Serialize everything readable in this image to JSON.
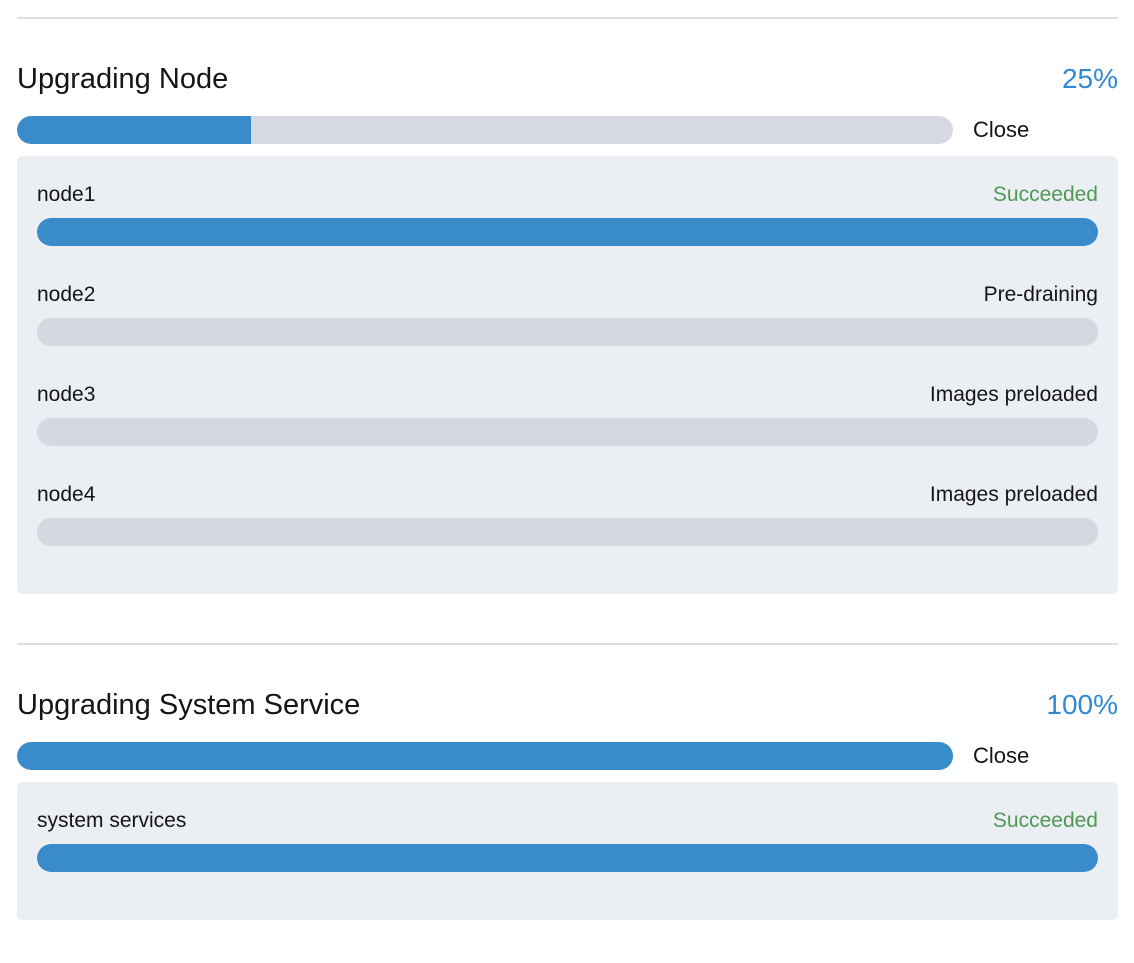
{
  "colors": {
    "accent_blue": "#398bca",
    "percent_blue": "#3089d3",
    "success_green": "#4f9855",
    "track_gray": "#d6d9e1",
    "panel_bg": "#ebeef2",
    "divider_gray": "#dcdee8",
    "text_dark": "#141419"
  },
  "sections": [
    {
      "title": "Upgrading Node",
      "percent_label": "25%",
      "progress": 25,
      "close_label": "Close",
      "rows": [
        {
          "name": "node1",
          "status": "Succeeded",
          "status_color": "#4f9855",
          "progress": 100
        },
        {
          "name": "node2",
          "status": "Pre-draining",
          "status_color": "#141419",
          "progress": 0
        },
        {
          "name": "node3",
          "status": "Images preloaded",
          "status_color": "#141419",
          "progress": 0
        },
        {
          "name": "node4",
          "status": "Images preloaded",
          "status_color": "#141419",
          "progress": 0
        }
      ]
    },
    {
      "title": "Upgrading System Service",
      "percent_label": "100%",
      "progress": 100,
      "close_label": "Close",
      "rows": [
        {
          "name": "system services",
          "status": "Succeeded",
          "status_color": "#4f9855",
          "progress": 100
        }
      ]
    }
  ]
}
